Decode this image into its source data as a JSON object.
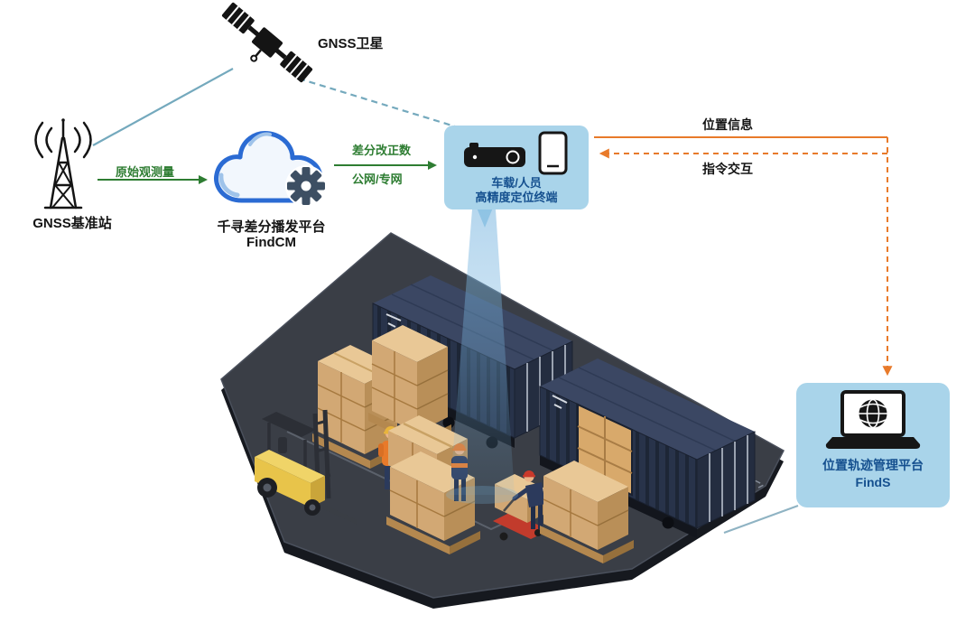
{
  "labels": {
    "satellite": "GNSS卫星",
    "base_station": "GNSS基准站",
    "raw_observation": "原始观测量",
    "cloud_platform_line1": "千寻差分播发平台",
    "cloud_platform_line2": "FindCM",
    "correction_line1": "差分改正数",
    "correction_line2": "公网/专网",
    "terminal_line1": "车载/人员",
    "terminal_line2": "高精度定位终端",
    "position_info": "位置信息",
    "command_interaction": "指令交互",
    "platform_line1": "位置轨迹管理平台",
    "platform_line2": "FindS"
  },
  "icons": {
    "satellite": "gnss-satellite-icon",
    "base_station": "radio-tower-icon",
    "cloud": "cloud-icon",
    "gear": "gear-icon",
    "terminal_device": "telematics-device-icon",
    "smartphone": "smartphone-icon",
    "laptop_globe": "laptop-globe-icon"
  },
  "colors": {
    "panel_bg": "#a9d4ea",
    "panel_text": "#15508f",
    "arrow_green": "#2e7d32",
    "arrow_orange": "#e87a2a",
    "link_teal": "#74a9bd",
    "cloud_blue": "#2b6bd3",
    "container_navy": "#28334a",
    "ground_dark": "#3a3e46",
    "carton_tan": "#d2a874",
    "forklift_yellow": "#e8c44a"
  }
}
